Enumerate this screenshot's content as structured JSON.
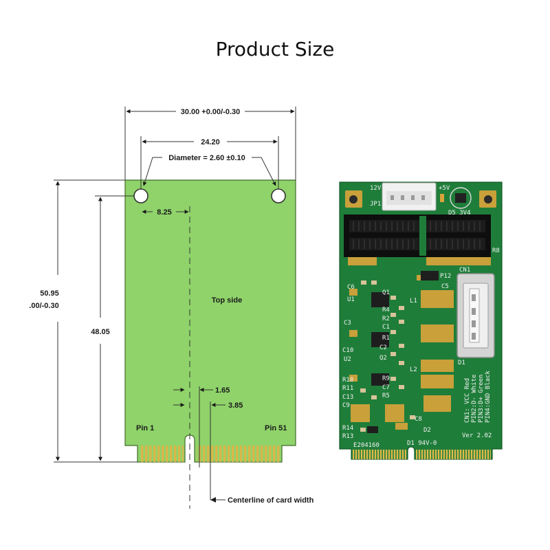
{
  "title": "Product Size",
  "drawing": {
    "width_dim": "30.00 +0.00/-0.30",
    "hole_spacing": "24.20",
    "diameter": "Diameter = 2.60 ±0.10",
    "offset_8": "8.25",
    "height_total_1": "50.95",
    "height_total_2": ".00/-0.30",
    "height_inner": "48.05",
    "side_label": "Top side",
    "d165": "1.65",
    "d385": "3.85",
    "pin1": "Pin 1",
    "pin51": "Pin 51",
    "centerline": "Centerline of card width"
  },
  "board": {
    "v12": "12V",
    "v5": "+5V",
    "jp": "JP1",
    "d5": "D5 3V4",
    "r8": "R8",
    "cn1": "CN1",
    "p12": "P12",
    "c5": "C5",
    "c6": "C6",
    "q1": "Q1",
    "u1": "U1",
    "l1": "L1",
    "r4": "R4",
    "r2": "R2",
    "c1": "C1",
    "c3": "C3",
    "r1": "R1",
    "c2": "C2",
    "c10": "C10",
    "q2": "Q2",
    "u2": "U2",
    "d1": "D1",
    "l2": "L2",
    "r10": "R10",
    "r9": "R9",
    "r11": "R11",
    "c7": "C7",
    "c13": "C13",
    "r5": "R5",
    "c9": "C9",
    "c8": "C8",
    "d2": "D2",
    "r14": "R14",
    "r13": "R13",
    "e_code": "E204160",
    "d1_94": "D1 94V-0",
    "ver": "Ver 2.02",
    "pins": [
      "CN1: VCC Red",
      "PIN2:D- White",
      "PIN3:D+ Green",
      "PIN4:GND Black"
    ]
  },
  "colors": {
    "card_green": "#8fd36a",
    "pcb_green": "#1f7d3a",
    "gold": "#c9a03a",
    "silk": "#f2f2f2"
  }
}
